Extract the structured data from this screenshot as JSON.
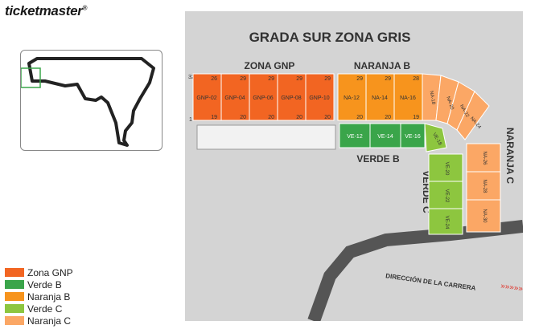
{
  "brand": {
    "name": "ticketmaster",
    "mark": "®"
  },
  "legend": [
    {
      "label": "Zona GNP",
      "color": "#f26522"
    },
    {
      "label": "Verde B",
      "color": "#3aa54a"
    },
    {
      "label": "Naranja B",
      "color": "#f7941d"
    },
    {
      "label": "Verde C",
      "color": "#8dc63f"
    },
    {
      "label": "Naranja C",
      "color": "#fba765"
    }
  ],
  "map": {
    "title": "GRADA SUR ZONA GRIS",
    "zone_labels": {
      "gnp": "ZONA GNP",
      "naranja_b": "NARANJA B",
      "verde_b": "VERDE B",
      "verde_c": "VERDE C",
      "naranja_c": "NARANJA C"
    },
    "direction": "DIRECCIÓN DE LA CARRERA",
    "sections_gnp": [
      "GNP-02",
      "GNP-04",
      "GNP-06",
      "GNP-08",
      "GNP-10"
    ],
    "sections_naranja_b": [
      "NA-12",
      "NA-14",
      "NA-16"
    ],
    "sections_verde_b": [
      "VE-12",
      "VE-14",
      "VE-16"
    ],
    "sections_verde_c": [
      "VE-18",
      "VE-20",
      "VE-22",
      "VE-24"
    ],
    "sections_naranja_c": [
      "NA-18",
      "NA-20",
      "NA-22",
      "NA-24",
      "NA-26",
      "NA-28",
      "NA-30"
    ],
    "row_numbers": {
      "top": "26",
      "top_alt": "29",
      "top_last": "28",
      "bottom": "19",
      "bottom_alt": "20",
      "left_top": "32",
      "left_bottom": "1"
    }
  }
}
